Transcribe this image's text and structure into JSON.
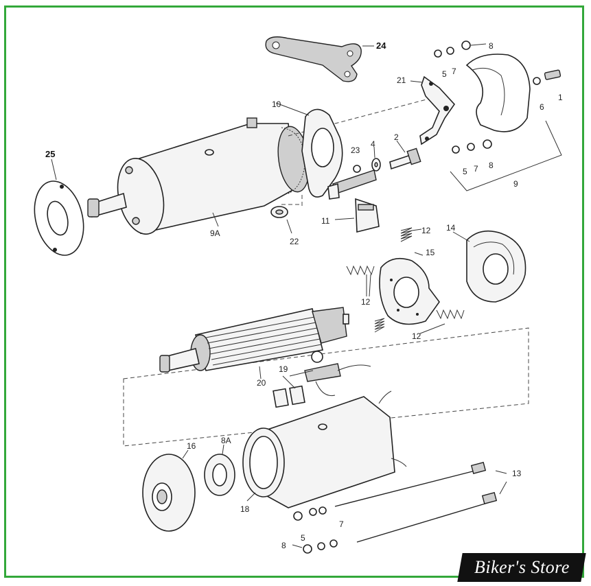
{
  "brand": {
    "name": "Biker's Store"
  },
  "colors": {
    "frame": "#33a83a",
    "badge_bg": "#111111",
    "badge_text": "#ffffff"
  },
  "labels": {
    "l1": "1",
    "l2": "2",
    "l4": "4",
    "l5a": "5",
    "l5b": "5",
    "l5c": "5",
    "l6": "6",
    "l7a": "7",
    "l7b": "7",
    "l7c": "7",
    "l8a": "8",
    "l8b": "8",
    "l8c": "8",
    "l8A": "8A",
    "l9": "9",
    "l9A": "9A",
    "l10": "10",
    "l11": "11",
    "l12a": "12",
    "l12b": "12",
    "l12c": "12",
    "l13": "13",
    "l14": "14",
    "l15": "15",
    "l16": "16",
    "l18": "18",
    "l19": "19",
    "l20": "20",
    "l21": "21",
    "l22": "22",
    "l23": "23",
    "l24": "24",
    "l25": "25"
  }
}
